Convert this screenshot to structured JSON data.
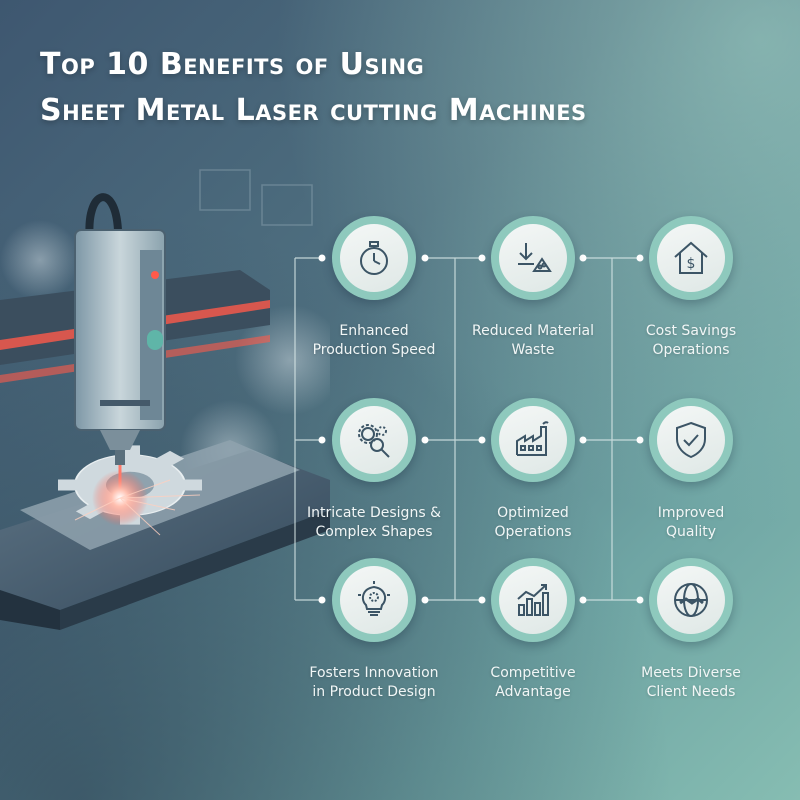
{
  "title": {
    "line1": "Top 10 Benefits of Using",
    "line2": "Sheet Metal Laser cutting Machines"
  },
  "colors": {
    "accent_teal": "#8ec9bd",
    "laser_red": "#ff5a4a",
    "background_dark": "#3e5770",
    "background_light": "#86bdb2"
  },
  "benefits": [
    {
      "icon": "stopwatch-icon",
      "line1": "Enhanced",
      "line2": "Production Speed"
    },
    {
      "icon": "waste-reduction-icon",
      "line1": "Reduced Material",
      "line2": "Waste"
    },
    {
      "icon": "house-dollar-icon",
      "line1": "Cost Savings",
      "line2": "Operations"
    },
    {
      "icon": "gears-magnifier-icon",
      "line1": "Intricate Designs &",
      "line2": "Complex Shapes"
    },
    {
      "icon": "factory-icon",
      "line1": "Optimized",
      "line2": "Operations"
    },
    {
      "icon": "shield-check-icon",
      "line1": "Improved",
      "line2": "Quality"
    },
    {
      "icon": "lightbulb-gear-icon",
      "line1": "Fosters Innovation",
      "line2": "in Product Design"
    },
    {
      "icon": "bar-chart-arrow-icon",
      "line1": "Competitive",
      "line2": "Advantage"
    },
    {
      "icon": "globe-handshake-icon",
      "line1": "Meets Diverse",
      "line2": "Client Needs"
    }
  ]
}
